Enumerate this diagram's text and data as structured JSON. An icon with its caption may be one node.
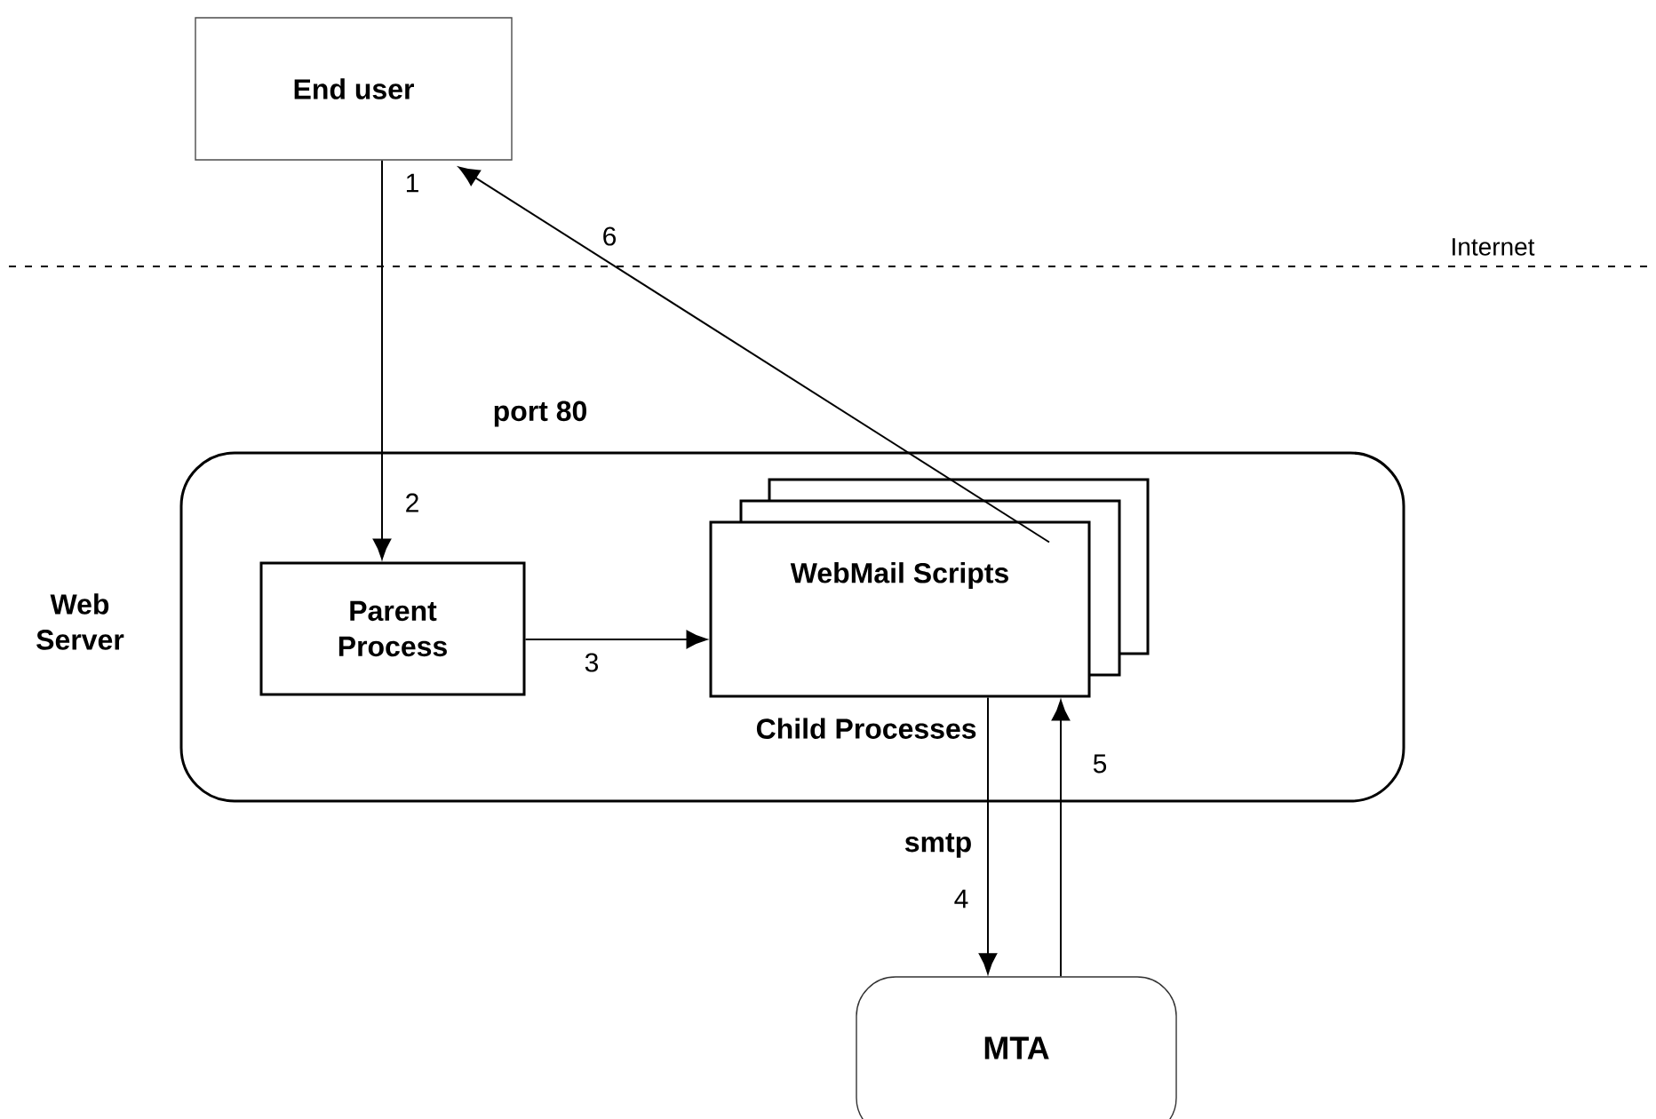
{
  "diagram": {
    "nodes": [
      {
        "text": [
          "End user"
        ]
      },
      {
        "text": [
          "Web Server"
        ]
      },
      {
        "text": [
          "Parent Process"
        ],
        "in": 1
      },
      {
        "text": [
          "WebMail Scripts"
        ],
        "beside": [
          "Child Processes"
        ],
        "in": 1
      },
      {
        "text": [
          "MTA"
        ]
      }
    ],
    "edges": [
      {
        "from": 0,
        "to": 2,
        "arrow": "to",
        "label": "1"
      },
      {
        "from": 2,
        "to": 3,
        "arrow": "to",
        "label": "3"
      },
      {
        "from": 3,
        "to": 4,
        "arrow": "to",
        "label": "4"
      },
      {
        "from": 4,
        "to": 3,
        "arrow": "to",
        "label": "5"
      },
      {
        "from": 3,
        "to": 0,
        "arrow": "to",
        "label": "6"
      }
    ],
    "labels": [
      "Internet",
      "port 80",
      "2",
      "smtp"
    ]
  }
}
